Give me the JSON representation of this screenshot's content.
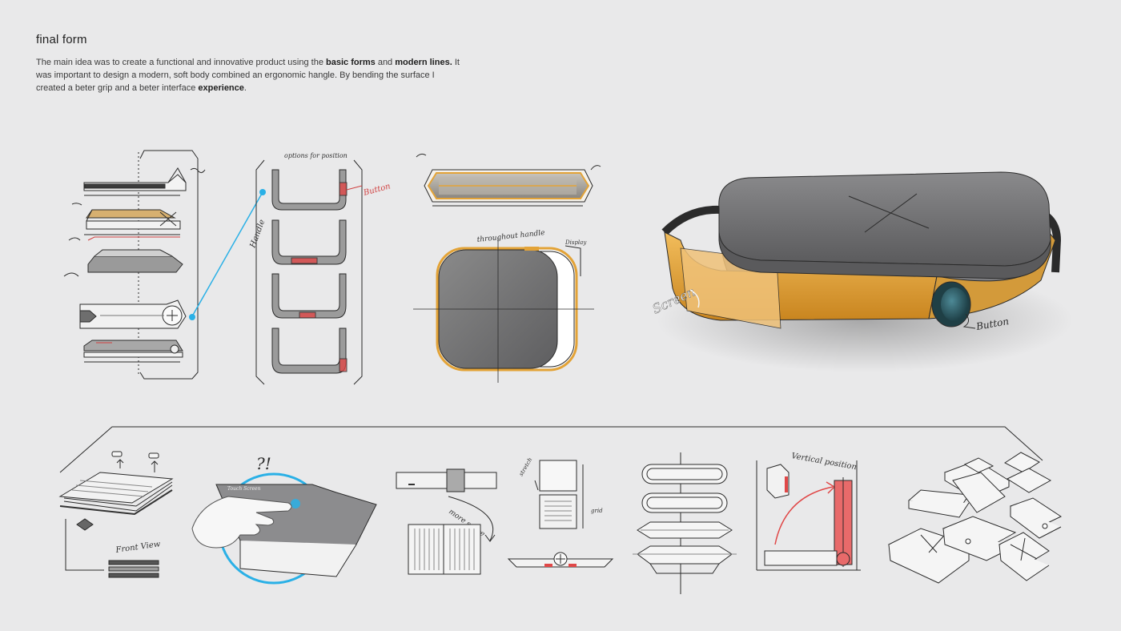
{
  "header": {
    "title": "final form",
    "intro": {
      "p1": "The main idea was to create a functional and innovative product using the ",
      "b1": "basic forms",
      "p2": " and ",
      "b2": "modern lines.",
      "p3": " It was important to design a modern, soft body combined an ergonomic hangle. By bending the surface I created a beter grip and a beter interface ",
      "b3": "experience",
      "p4": "."
    }
  },
  "annotations": {
    "options_for_position": "options for position",
    "button": "Button",
    "handle": "Handle",
    "throughout_handle": "throughout handle",
    "display": "Display",
    "screen": "Screen",
    "button_render": "Button",
    "touch_screen": "Touch Screen",
    "front_view": "Front View",
    "more_space": "more space",
    "vertical_position": "Vertical position",
    "question": "?!",
    "stretch": "stretch",
    "grid": "grid"
  },
  "colors": {
    "background": "#e9e9ea",
    "accent_orange": "#e3a337",
    "accent_blue": "#2ab0e6",
    "accent_red": "#e04848",
    "device_gray": "#6e6e70",
    "knob_teal": "#2e5f6a"
  }
}
